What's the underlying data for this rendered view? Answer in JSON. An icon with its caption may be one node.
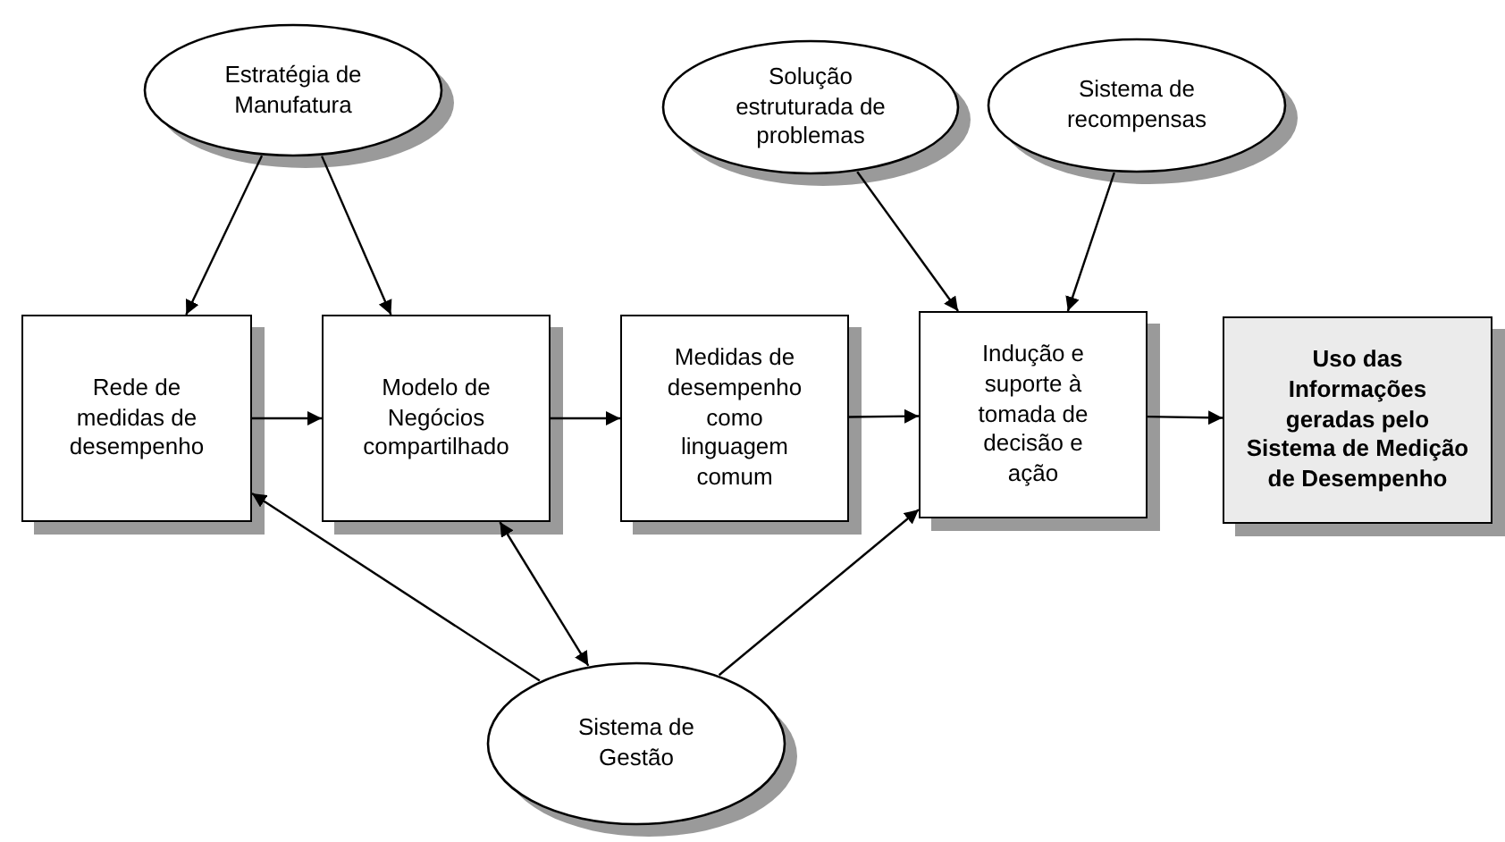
{
  "diagram": {
    "nodes": [
      {
        "text": [
          "Estratégia de Manufatura"
        ]
      },
      {
        "text": [
          "Solução estruturada de problemas"
        ]
      },
      {
        "text": [
          "Sistema de recompensas"
        ]
      },
      {
        "text": [
          "Rede de medidas de desempenho"
        ]
      },
      {
        "text": [
          "Modelo de Negócios compartilhado"
        ]
      },
      {
        "text": [
          "Medidas de desempenho como linguagem comum"
        ]
      },
      {
        "text": [
          "Indução e suporte à tomada de decisão e ação"
        ]
      },
      {
        "text": [
          "Uso das Informações geradas pelo Sistema de Medição de Desempenho"
        ]
      },
      {
        "text": [
          "Sistema de Gestão"
        ]
      }
    ],
    "edges": [
      {
        "from": 0,
        "to": 3,
        "arrow": "to"
      },
      {
        "from": 0,
        "to": 4,
        "arrow": "to"
      },
      {
        "from": 1,
        "to": 6,
        "arrow": "to"
      },
      {
        "from": 2,
        "to": 6,
        "arrow": "to"
      },
      {
        "from": 3,
        "to": 4,
        "arrow": "to"
      },
      {
        "from": 4,
        "to": 5,
        "arrow": "to"
      },
      {
        "from": 5,
        "to": 6,
        "arrow": "to"
      },
      {
        "from": 6,
        "to": 7,
        "arrow": "to"
      },
      {
        "from": 8,
        "to": 3,
        "arrow": "to"
      },
      {
        "from": 8,
        "to": 4,
        "arrow": "both"
      },
      {
        "from": 8,
        "to": 6,
        "arrow": "to"
      }
    ]
  }
}
